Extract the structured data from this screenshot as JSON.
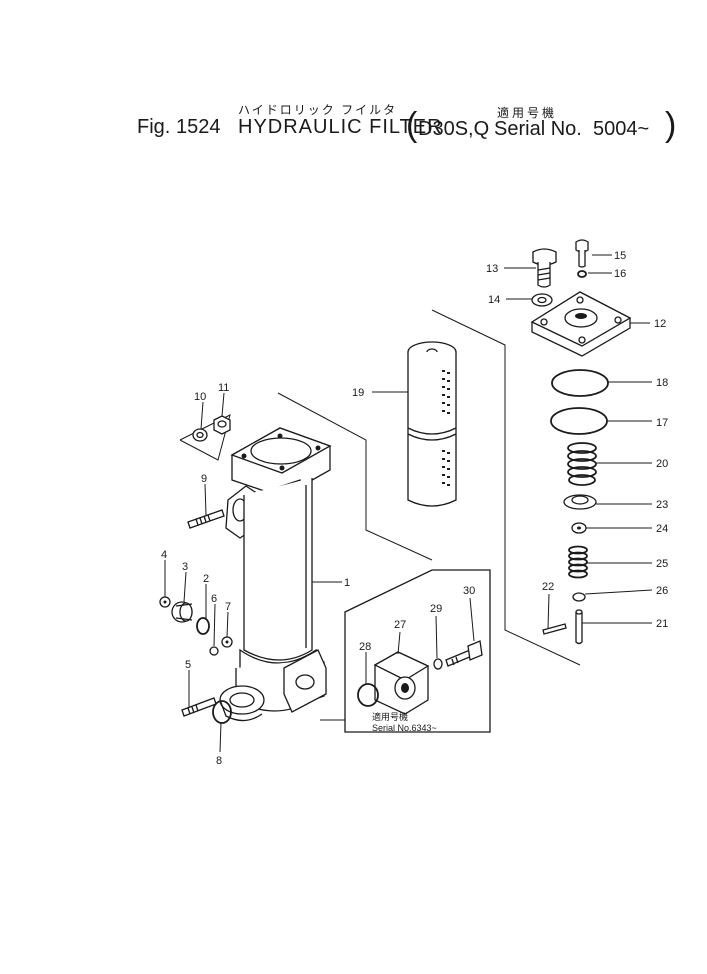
{
  "header": {
    "fig_label": "Fig.",
    "fig_number": "1524",
    "kana_title": "ハイドロリック フイルタ",
    "title_en": "HYDRAULIC FILTER",
    "paren_open": "(",
    "model_code": "D30S,Q",
    "kanji_applicable": "適用号機",
    "serial_label": "Serial No.",
    "serial_range": "5004~",
    "paren_close": ")"
  },
  "callouts": [
    "1",
    "2",
    "3",
    "4",
    "5",
    "6",
    "7",
    "8",
    "9",
    "10",
    "11",
    "12",
    "13",
    "14",
    "15",
    "16",
    "17",
    "18",
    "19",
    "20",
    "21",
    "22",
    "23",
    "24",
    "25",
    "26",
    "27",
    "28",
    "29",
    "30"
  ],
  "inset_note": {
    "kanji_applicable": "適用号機",
    "serial": "Serial No.6343~"
  }
}
